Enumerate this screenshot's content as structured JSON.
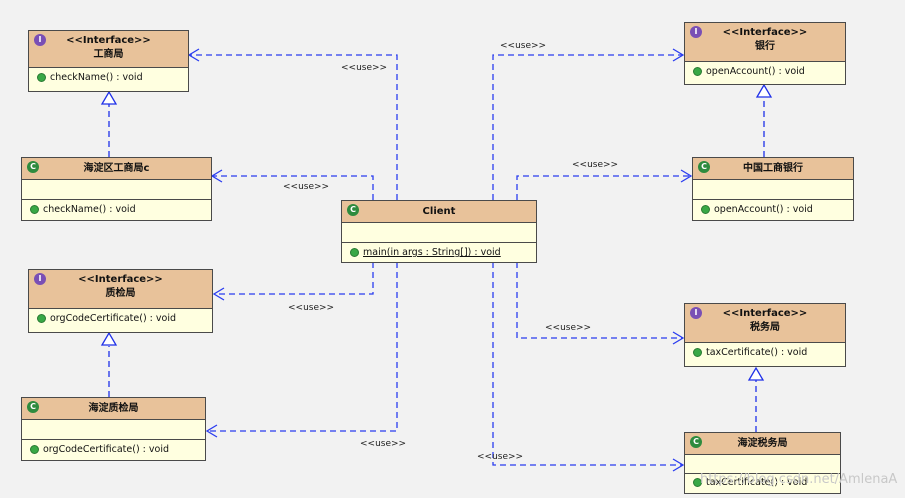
{
  "classes": {
    "gsj": {
      "stereotype": "<<Interface>>",
      "name": "工商局",
      "operation": "checkName() : void"
    },
    "hd_gsj": {
      "name": "海淀区工商局c",
      "operation": "checkName() : void"
    },
    "zjj": {
      "stereotype": "<<Interface>>",
      "name": "质检局",
      "operation": "orgCodeCertificate() : void"
    },
    "hd_zjj": {
      "name": "海淀质检局",
      "operation": "orgCodeCertificate() : void"
    },
    "client": {
      "name": "Client",
      "operation": "main(in args : String[]) : void"
    },
    "yh": {
      "stereotype": "<<Interface>>",
      "name": "银行",
      "operation": "openAccount() : void"
    },
    "zg_yh": {
      "name": "中国工商银行",
      "operation": "openAccount() : void"
    },
    "swj": {
      "stereotype": "<<Interface>>",
      "name": "税务局",
      "operation": "taxCertificate() : void"
    },
    "hd_swj": {
      "name": "海淀税务局",
      "operation": "taxCertificate() : void"
    }
  },
  "badges": {
    "interface": "I",
    "class": "C"
  },
  "use_label": "<<use>>",
  "watermark": "https://blog.csdn.net/AmlenaA",
  "colors": {
    "header": "#e8c29a",
    "body": "#ffffe0",
    "dependency": "#2a3cf0",
    "realization": "#1f30e8"
  }
}
